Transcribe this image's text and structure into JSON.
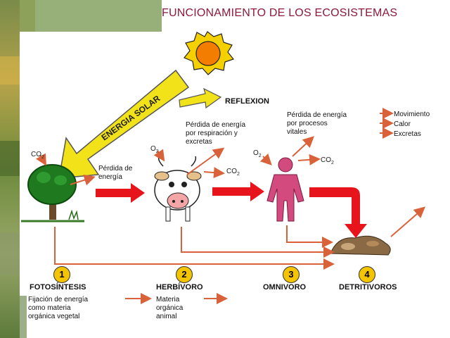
{
  "title": "FUNCIONAMIENTO DE LOS ECOSISTEMAS",
  "solar": {
    "beam_label": "ENERGIA SOLAR",
    "reflection_label": "REFLEXION"
  },
  "chem": {
    "co2": "CO",
    "o2": "O",
    "sub2": "2"
  },
  "labels": {
    "perdida_energia": [
      "Pérdida de",
      "energía"
    ],
    "perdida_respiracion": [
      "Pérdida de energía",
      "por respiración y",
      "excretas"
    ],
    "perdida_vitales": [
      "Pérdida de energía",
      "por procesos",
      "vitales"
    ],
    "outputs": [
      "Movimiento",
      "Calor",
      "Excretas"
    ]
  },
  "stages": [
    {
      "number": "1",
      "name": "FOTOSÍNTESIS"
    },
    {
      "number": "2",
      "name": "HERBÍVORO"
    },
    {
      "number": "3",
      "name": "OMNIVORO"
    },
    {
      "number": "4",
      "name": "DETRITIVOROS"
    }
  ],
  "bottom": {
    "fijacion": [
      "Fijación de energía",
      "como materia",
      "orgánica vegetal"
    ],
    "materia": [
      "Materia",
      "orgánica",
      "animal"
    ]
  },
  "colors": {
    "title": "#8b1a3c",
    "arrow_red": "#e8141c",
    "arrow_thin": "#d9623a",
    "beam": "#f2e21a",
    "human": "#d24a7e",
    "badge": "#f5c400"
  }
}
